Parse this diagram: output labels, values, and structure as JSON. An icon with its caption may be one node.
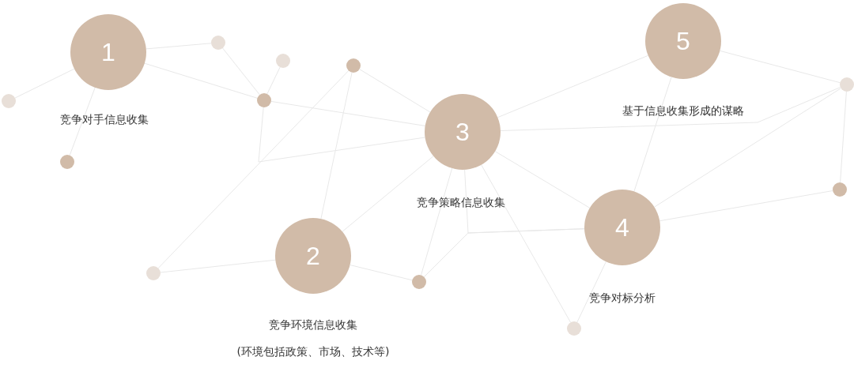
{
  "diagram": {
    "nodes": [
      {
        "text": [
          "1",
          "竞争对手信息收集"
        ]
      },
      {
        "text": [
          "2",
          "竞争环境信息收集",
          "(环境包括政策、市场、技术等)"
        ]
      },
      {
        "text": [
          "3",
          "竞争策略信息收集"
        ]
      },
      {
        "text": [
          "4",
          "竞争对标分析"
        ]
      },
      {
        "text": [
          "5",
          "基于信息收集形成的谋略"
        ]
      },
      {
        "text": [],
        "shape": "circle"
      },
      {
        "text": [],
        "shape": "circle"
      },
      {
        "text": [],
        "shape": "circle"
      },
      {
        "text": [],
        "shape": "circle"
      },
      {
        "text": [],
        "shape": "circle"
      },
      {
        "text": [],
        "shape": "circle"
      },
      {
        "text": [],
        "shape": "circle"
      },
      {
        "text": [],
        "shape": "circle"
      },
      {
        "text": [],
        "shape": "circle"
      },
      {
        "text": [],
        "shape": "circle"
      },
      {
        "text": [],
        "shape": "circle"
      }
    ],
    "edges": [
      {
        "from": 0,
        "to": 8,
        "arrow": "none"
      },
      {
        "from": 0,
        "to": 9,
        "arrow": "none"
      },
      {
        "from": 0,
        "to": 5,
        "arrow": "none"
      },
      {
        "from": 0,
        "to": 6,
        "arrow": "none"
      },
      {
        "from": 8,
        "to": 9,
        "arrow": "none"
      },
      {
        "from": 10,
        "to": 9,
        "arrow": "none"
      },
      {
        "from": 9,
        "to": 2,
        "arrow": "none"
      },
      {
        "from": 9,
        "to": 2,
        "arrow": "none"
      },
      {
        "from": 11,
        "to": 7,
        "arrow": "none"
      },
      {
        "from": 11,
        "to": 1,
        "arrow": "none"
      },
      {
        "from": 11,
        "to": 2,
        "arrow": "none"
      },
      {
        "from": 1,
        "to": 2,
        "arrow": "none"
      },
      {
        "from": 7,
        "to": 1,
        "arrow": "none"
      },
      {
        "from": 1,
        "to": 12,
        "arrow": "none"
      },
      {
        "from": 12,
        "to": 2,
        "arrow": "none"
      },
      {
        "from": 2,
        "to": 3,
        "arrow": "none"
      },
      {
        "from": 12,
        "to": 3,
        "arrow": "none"
      },
      {
        "from": 2,
        "to": 3,
        "arrow": "none"
      },
      {
        "from": 2,
        "to": 13,
        "arrow": "none"
      },
      {
        "from": 3,
        "to": 13,
        "arrow": "none"
      },
      {
        "from": 2,
        "to": 4,
        "arrow": "none"
      },
      {
        "from": 2,
        "to": 15,
        "arrow": "none"
      },
      {
        "from": 4,
        "to": 15,
        "arrow": "none"
      },
      {
        "from": 4,
        "to": 3,
        "arrow": "none"
      },
      {
        "from": 3,
        "to": 15,
        "arrow": "none"
      },
      {
        "from": 3,
        "to": 14,
        "arrow": "none"
      },
      {
        "from": 15,
        "to": 14,
        "arrow": "none"
      }
    ]
  }
}
